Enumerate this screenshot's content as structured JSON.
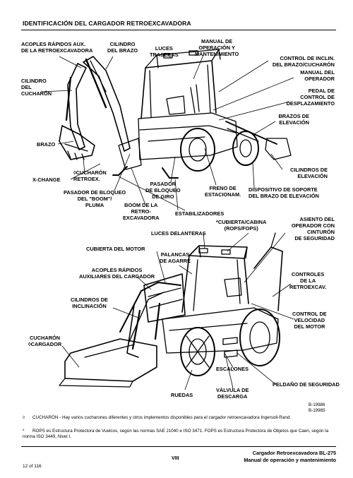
{
  "header": {
    "title": "IDENTIFICACIÓN DEL CARGADOR RETROEXCAVADORA"
  },
  "labels": {
    "acoples_aux_retro": "ACOPLES RÁPIDOS AUX.\nDE LA RETROEXCAVADORA",
    "cilindro_brazo": "CILINDRO\nDEL BRAZO",
    "luces_traseras": "LUCES\nTRASERAS",
    "manual_op_mant": "MANUAL DE\nOPERACIÓN Y\nMANTENIMIENTO",
    "control_inclin": "CONTROL DE INCLIN.\nDEL BRAZO/CUCHARÓN",
    "cilindro_cucharon": "CILINDRO\nDEL\nCUCHARÓN",
    "manual_operador": "MANUAL DEL\nOPERADOR",
    "pedal_desplazamiento": "PEDAL DE\nCONTROL DE\nDESPLAZAMIENTO",
    "brazos_elevacion": "BRAZOS DE\nELEVACIÓN",
    "brazo": "BRAZO",
    "cilindros_elevacion": "CILINDROS DE\nELEVACIÓN",
    "x_change": "X-CHANGE",
    "cucharon_retroex": "◊CUCHARÓN\nRETROEX.",
    "pasador_bloqueo_giro": "PASADOR\nDE BLOQUEO\nDE GIRO",
    "freno_estacionam": "FRENO DE\nESTACIONAM.",
    "dispositivo_soporte": "DISPOSITIVO DE SOPORTE\nDEL BRAZO DE ELEVACIÓN",
    "pasador_boom": "PASADOR DE BLOQUEO\nDEL \"BOOM\"/\nPLUMA",
    "boom_retro": "BOOM DE LA\nRETRO-\nEXCAVADORA",
    "estabilizadores": "ESTABILIZADORES",
    "cubierta_cabina": "*CUBIERTA/CABINA\n(ROPS/FOPS)",
    "asiento_operador": "ASIENTO DEL\nOPERADOR CON\nCINTURÓN\nDE SEGURIDAD",
    "luces_delanteras": "LUCES DELANTERAS",
    "cubierta_motor": "CUBIERTA DEL MOTOR",
    "palancas_agarre": "PALANCAS\nDE AGARRE",
    "acoples_aux_cargador": "ACOPLES RÁPIDOS\nAUXILIARES DEL CARGADOR",
    "controles_retroexcav": "CONTROLES\nDE LA\nRETROEXCAV.",
    "cilindros_inclinacion": "CILINDROS DE\nINCLINACIÓN",
    "control_velocidad": "CONTROL DE\nVELOCIDAD\nDEL MOTOR",
    "cucharon_cargador": "CUCHARÓN\n◊CARGADOR",
    "escalones": "ESCALONES",
    "peldano_seguridad": "PELDAÑO DE SEGURIDAD",
    "ruedas": "RUEDAS",
    "valvula_descarga": "VÁLVULA DE\nDESCARGA"
  },
  "figure_refs": [
    "B-19986",
    "B-19985"
  ],
  "notes": {
    "n1_symbol": "◊",
    "n1_text": "CUCHARÓN - Hay varios cucharones diferentes y otros implementos disponibles para el cargador retroexcavadora Ingersoll-Rand.",
    "n2_symbol": "*",
    "n2_text": "ROPS es Estructura Protectora de Vuelcos, según las normas SAE J1040 e ISO 3471. FOPS es Estructura Protectora de Objetos que Caen, según la norma ISO 3449, Nivel I."
  },
  "footer": {
    "model": "Cargador Retroexcavadora BL-275",
    "manual": "Manual de operación y mantenimiento",
    "page_roman": "VIII",
    "page_of": "12 of 116"
  }
}
